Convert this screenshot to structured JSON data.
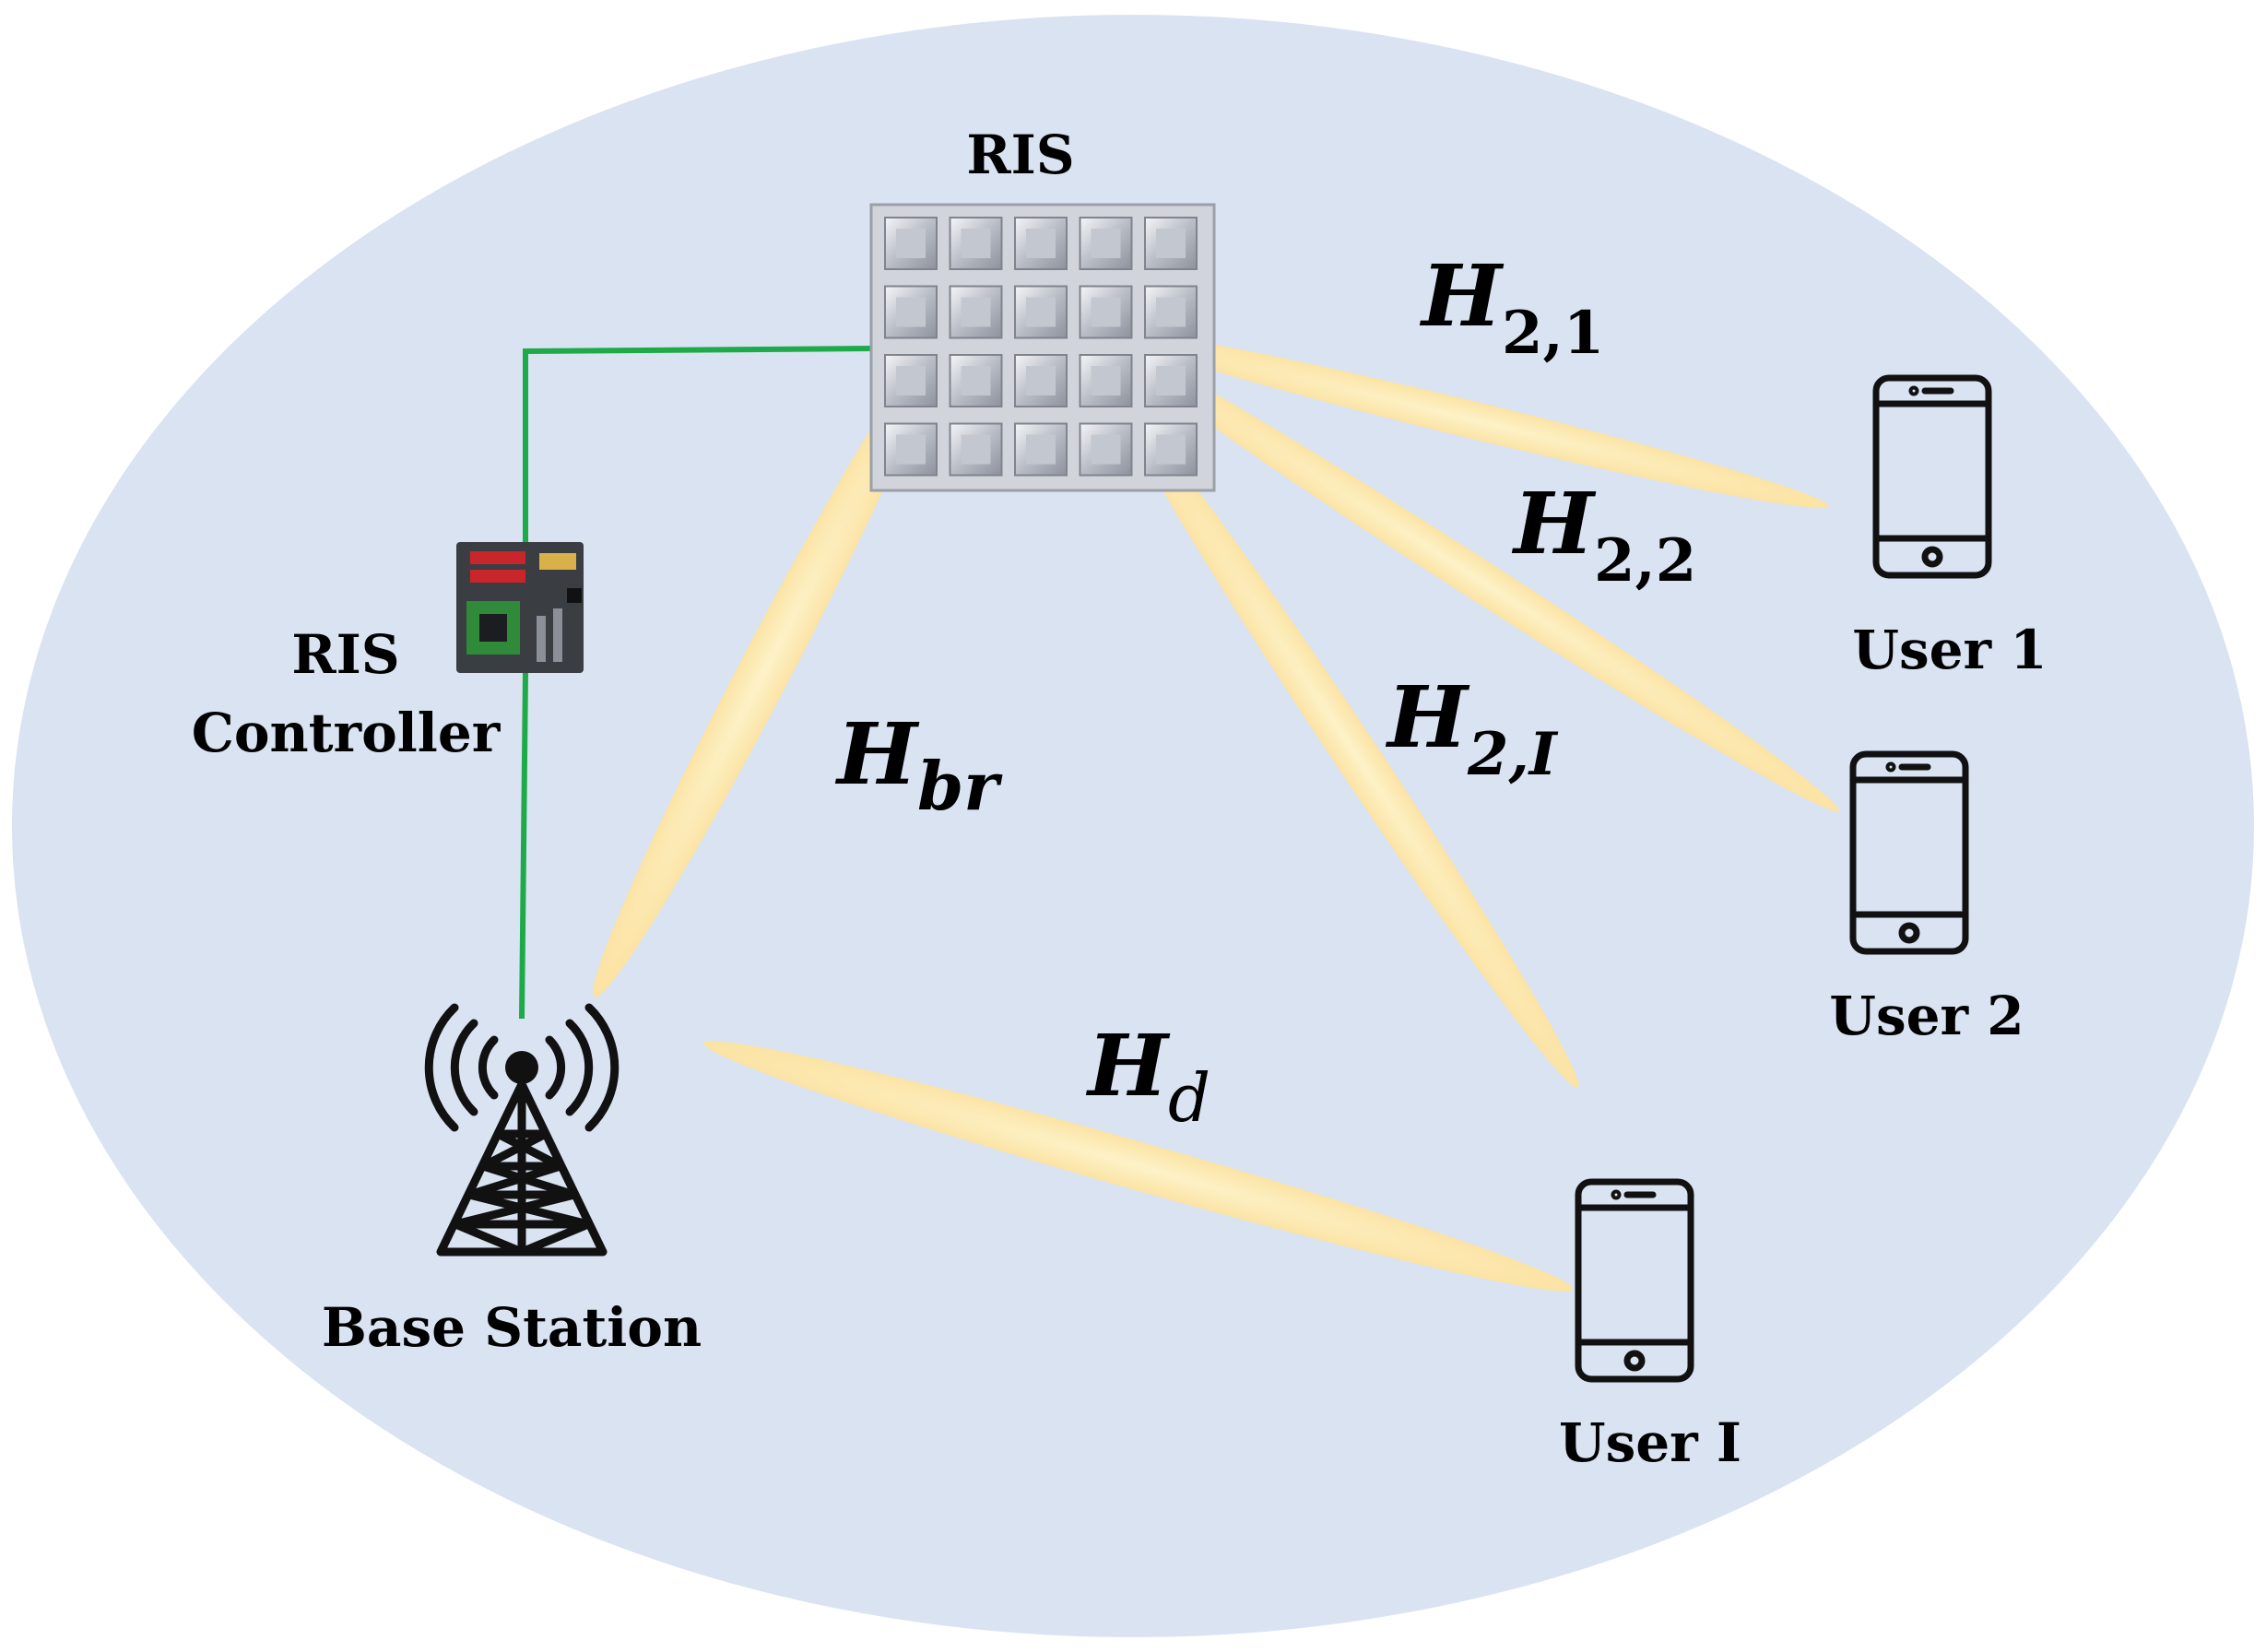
{
  "colors": {
    "ellipse_fill": "#d9e3f2",
    "beam_fill": "#fde7a6",
    "beam_core": "#ffeebb",
    "control_line": "#1faa4a",
    "ris_panel": "#c9ccd3",
    "icon_stroke": "#111111"
  },
  "labels": {
    "ris": "RIS",
    "ris_controller_line1": "RIS",
    "ris_controller_line2": "Controller",
    "base_station": "Base Station",
    "user1": "User 1",
    "user2": "User 2",
    "userI": "User I"
  },
  "channels": {
    "h21": {
      "main": "H",
      "sub": "2,1"
    },
    "h22": {
      "main": "H",
      "sub": "2,2"
    },
    "h2I": {
      "main": "H",
      "sub": "2,I"
    },
    "hbr": {
      "main": "H",
      "sub": "br"
    },
    "hd": {
      "main": "H",
      "sub": "d"
    }
  },
  "icons": {
    "ris_panel": "ris-metasurface-icon",
    "controller": "circuit-board-icon",
    "base_station": "cell-tower-icon",
    "user_device": "smartphone-icon"
  }
}
